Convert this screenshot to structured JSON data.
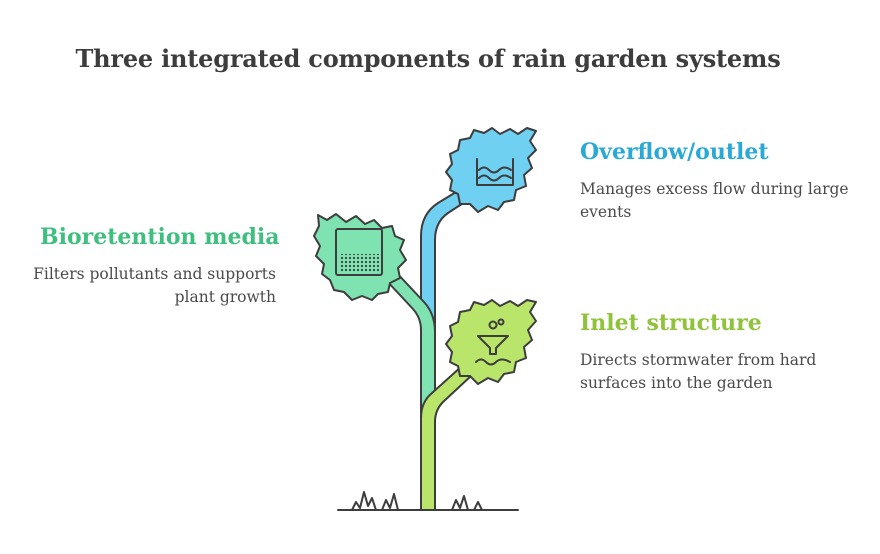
{
  "title": "Three integrated components of rain garden systems",
  "components": [
    {
      "heading": "Bioretention media",
      "description": "Filters pollutants and supports plant growth",
      "color": "#3fbf7f",
      "leaf_color": "#7ee3b0",
      "icon": "soil-media-icon"
    },
    {
      "heading": "Overflow/outlet",
      "description": "Manages excess flow during large events",
      "color": "#2ba9d6",
      "leaf_color": "#6fd0f2",
      "icon": "water-waves-icon"
    },
    {
      "heading": "Inlet structure",
      "description": "Directs stormwater from hard surfaces into the garden",
      "color": "#8fc43a",
      "leaf_color": "#b9e66a",
      "icon": "funnel-drops-icon"
    }
  ],
  "stroke_color": "#3d3d3d"
}
